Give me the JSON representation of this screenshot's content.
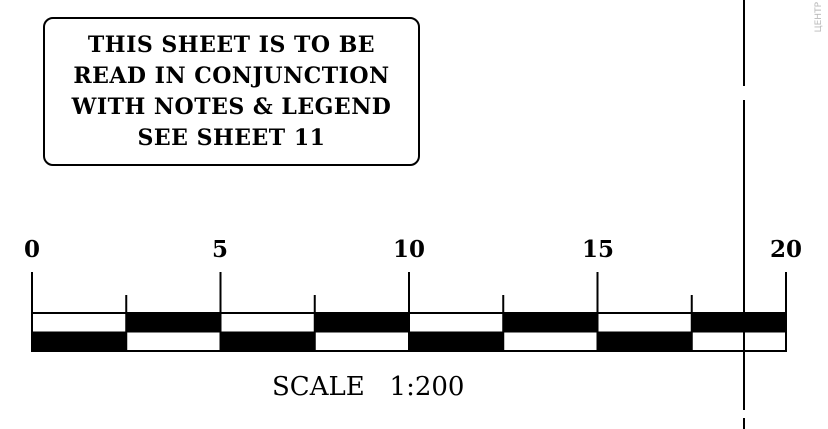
{
  "note": {
    "lines": [
      "THIS SHEET IS TO BE",
      "READ IN CONJUNCTION",
      "WITH NOTES & LEGEND",
      "SEE SHEET 11"
    ]
  },
  "scale_bar": {
    "labels": [
      "0",
      "5",
      "10",
      "15",
      "20"
    ],
    "min": 0,
    "max": 20,
    "segment_units": 2.5,
    "title": "SCALE   1:200"
  },
  "edge_text": "ЦЕНТР",
  "colors": {
    "ink": "#000000",
    "paper": "#ffffff"
  }
}
